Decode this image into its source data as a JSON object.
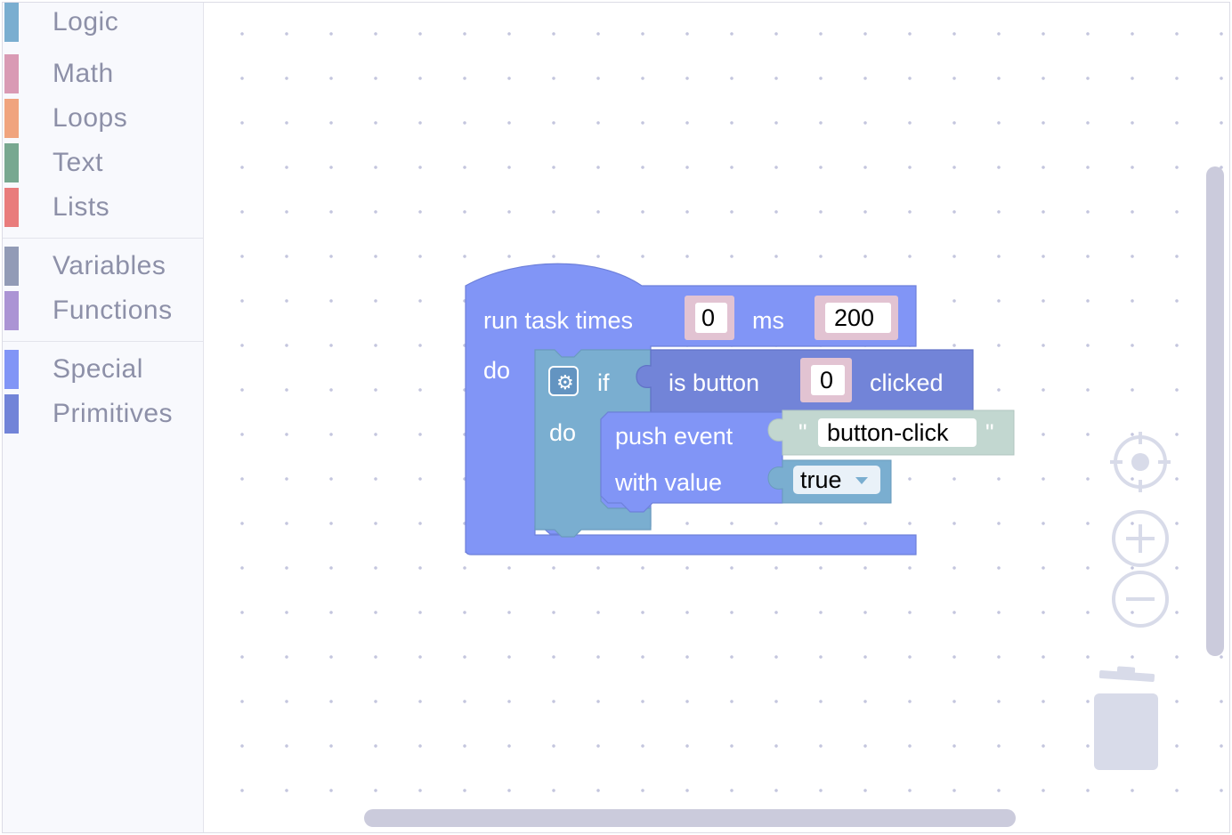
{
  "toolbox": {
    "categories": [
      {
        "label": "Logic",
        "color": "#7aaed0"
      },
      {
        "label": "Math",
        "color": "#d99ab4"
      },
      {
        "label": "Loops",
        "color": "#f0a47e"
      },
      {
        "label": "Text",
        "color": "#78a890"
      },
      {
        "label": "Lists",
        "color": "#e97c7c"
      },
      {
        "label": "Variables",
        "color": "#929bb6"
      },
      {
        "label": "Functions",
        "color": "#ab94d4"
      },
      {
        "label": "Special",
        "color": "#8195f6"
      },
      {
        "label": "Primitives",
        "color": "#7284d8"
      }
    ]
  },
  "blocks": {
    "run_task": {
      "label": "run task times",
      "times_value": "0",
      "ms_label": "ms",
      "ms_value": "200",
      "do_label": "do",
      "color": "#8195f6"
    },
    "if_block": {
      "label": "if",
      "do_label": "do",
      "color": "#7aaed0"
    },
    "is_button": {
      "label": "is button",
      "value": "0",
      "suffix": "clicked",
      "color": "#7284d8"
    },
    "push_event": {
      "label": "push event",
      "value_label": "with value",
      "color": "#8195f6"
    },
    "text_value": {
      "open_quote": "\"",
      "text": "button-click",
      "close_quote": "\"",
      "color": "#c2d7d0"
    },
    "bool_value": {
      "text": "true",
      "color": "#7aaed0"
    }
  },
  "controls": {
    "recenter": "crosshair-icon",
    "zoom_in": "plus-icon",
    "zoom_out": "minus-icon",
    "trash": "trash-icon",
    "color": "#d8dbe9"
  }
}
